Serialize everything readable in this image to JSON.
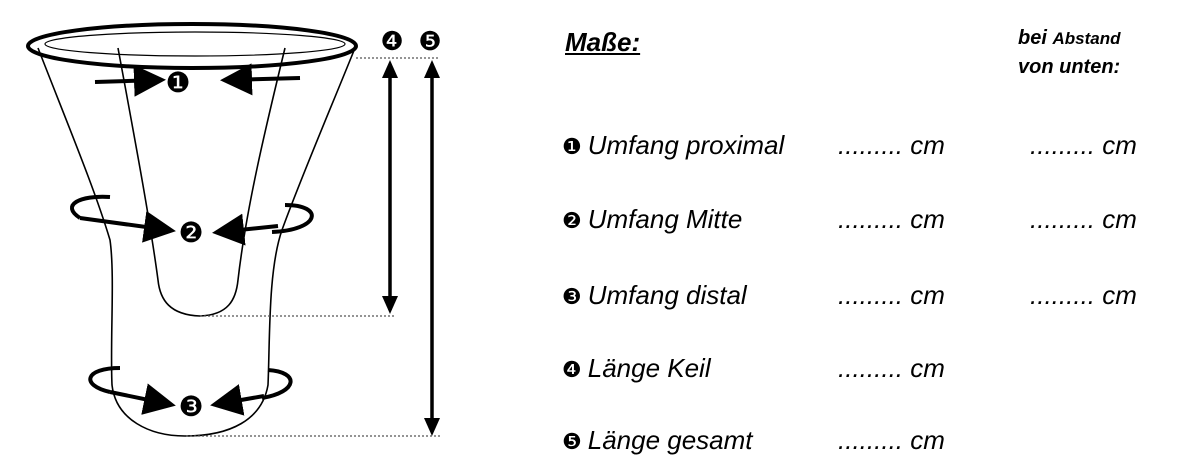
{
  "header": {
    "title": "Maße:",
    "right_line1_a": "bei",
    "right_line1_b": "Abstand",
    "right_line2": "von unten:"
  },
  "markers": [
    "❶",
    "❷",
    "❸",
    "❹",
    "❺"
  ],
  "rows": [
    {
      "marker": "❶",
      "label": "Umfang proximal",
      "value": "......... cm",
      "distance": "......... cm"
    },
    {
      "marker": "❷",
      "label": "Umfang Mitte",
      "value": "......... cm",
      "distance": "......... cm"
    },
    {
      "marker": "❸",
      "label": "Umfang distal",
      "value": "......... cm",
      "distance": "......... cm"
    },
    {
      "marker": "❹",
      "label": "Länge Keil",
      "value": "......... cm"
    },
    {
      "marker": "❺",
      "label": "Länge gesamt",
      "value": "......... cm"
    }
  ]
}
